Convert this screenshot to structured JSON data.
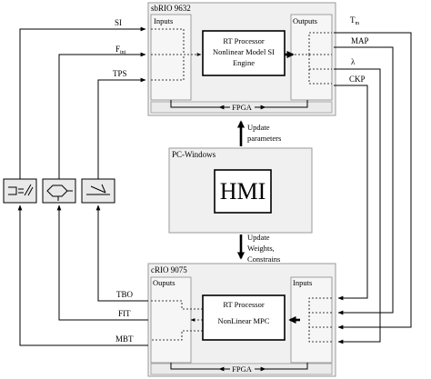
{
  "sbrio": {
    "title": "sbRIO 9632",
    "inputs": "Inputs",
    "outputs": "Outputs",
    "processor_line1": "RT Processor",
    "processor_line2": "Nonlinear Model SI",
    "processor_line3": "Engine",
    "bus": "FPGA"
  },
  "pc": {
    "title": "PC-Windows",
    "hmi": "HMI"
  },
  "update_parameters": {
    "line1": "Update",
    "line2": "parameters"
  },
  "update_weights": {
    "line1": "Update",
    "line2": "Weights,",
    "line3": "Constrains"
  },
  "crio": {
    "title": "cRIO 9075",
    "outputs": "Ouputs",
    "inputs": "Inputs",
    "processor_line1": "RT Processor",
    "processor_line2": "NonLinear MPC",
    "bus": "FPGA"
  },
  "signals": {
    "si": "SI",
    "f_inj": "F",
    "f_inj_sub": "inj",
    "tps": "TPS",
    "tm": "T",
    "tm_sub": "m",
    "map": "MAP",
    "lambda": "λ",
    "ckp": "CKP",
    "tbo": "TBO",
    "fit": "FIT",
    "mbt": "MBT"
  },
  "actuator_icons": [
    "ignition-coil-icon",
    "fuel-injector-icon",
    "throttle-icon"
  ]
}
